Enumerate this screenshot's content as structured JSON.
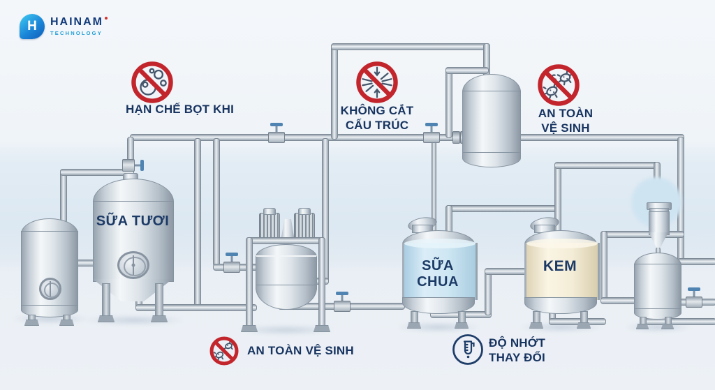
{
  "logo": {
    "brand": "HAINAM",
    "subtitle": "TECHNOLOGY",
    "monogram": "H"
  },
  "annotations": {
    "foam": {
      "label": "HẠN CHẾ BỌT KHI",
      "icon": "no-bubbles"
    },
    "structure": {
      "label": "KHÔNG CẮT\nCẤU TRÚC",
      "icon": "no-shear"
    },
    "hygiene_top": {
      "label": "AN TOÀN\nVỆ SINH",
      "icon": "no-germs"
    },
    "hygiene_bottom": {
      "label": "AN TOÀN VỆ SINH",
      "icon": "no-germs"
    },
    "viscosity": {
      "label": "ĐỘ NHỚT\nTHAY ĐỔI",
      "icon": "viscosity-cup"
    }
  },
  "tanks": {
    "fresh_milk": {
      "label": "SỮA TƯƠI"
    },
    "yogurt": {
      "label": "SỮA CHUA"
    },
    "cream": {
      "label": "KEM"
    }
  },
  "colors": {
    "prohibition_red": "#c2262c",
    "icon_line": "#45556b",
    "label_navy": "#17335f",
    "pipe_steel": "#c7d0d8",
    "yogurt_liquid": "#cfe7f3",
    "cream_liquid": "#f3ecd6",
    "logo_blue": "#1268c4",
    "logo_cyan": "#3ec8f0",
    "background": "#e7eef5"
  }
}
